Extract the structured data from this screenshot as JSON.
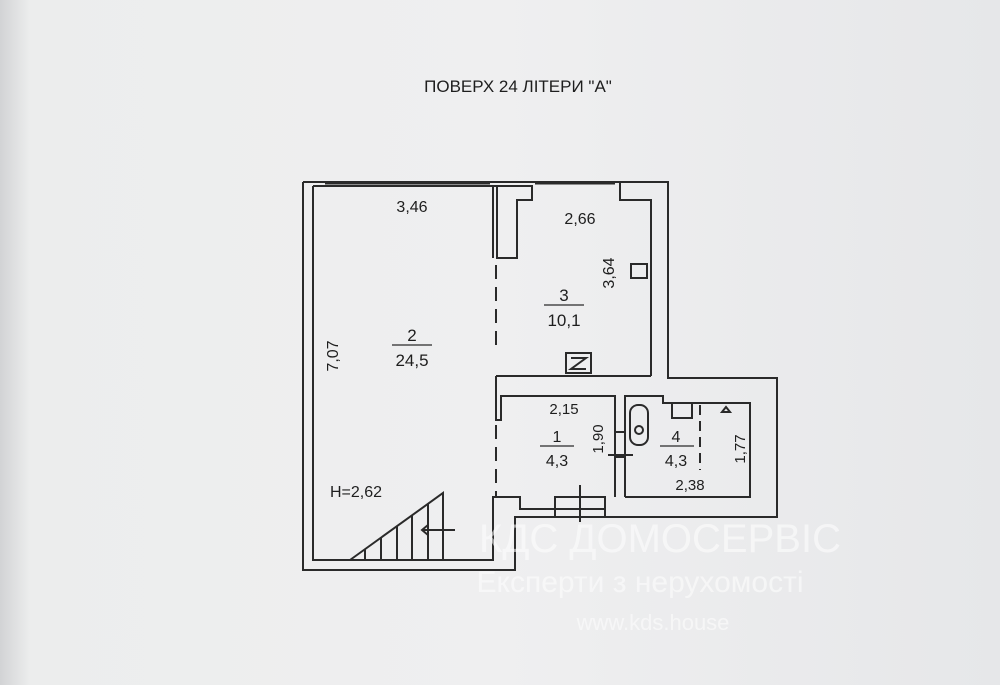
{
  "title": "ПОВЕРХ  24  ЛІТЕРИ \"А\"",
  "rooms": [
    {
      "number": "2",
      "area": "24,5"
    },
    {
      "number": "3",
      "area": "10,1"
    },
    {
      "number": "1",
      "area": "4,3"
    },
    {
      "number": "4",
      "area": "4,3"
    }
  ],
  "dimensions": {
    "room2_width": "3,46",
    "room2_length": "7,07",
    "room3_width": "2,66",
    "room3_length": "3,64",
    "room1_width": "2,15",
    "room1_length": "1,90",
    "room4_width": "2,38",
    "room4_length": "1,77"
  },
  "ceiling_height": "H=2,62",
  "watermark": {
    "brand": "КДС ДОМОСЕРВІС",
    "tagline": "Експерти з нерухомості",
    "url": "www.kds.house"
  }
}
